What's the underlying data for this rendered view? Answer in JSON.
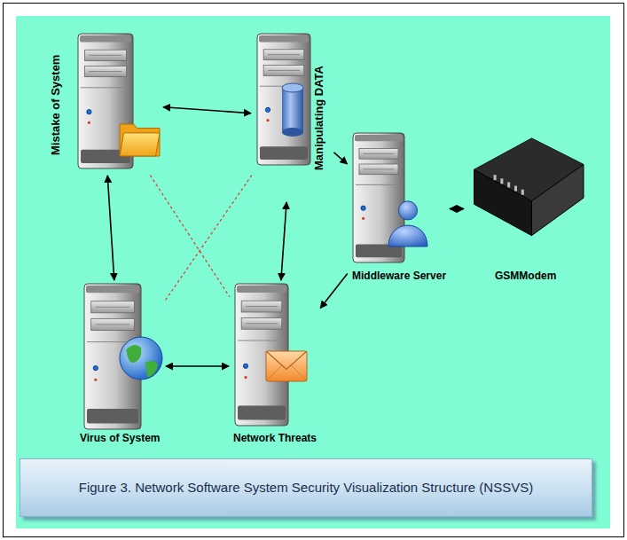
{
  "diagram": {
    "caption": "Figure 3. Network Software System Security Visualization Structure (NSSVS)",
    "nodes": [
      {
        "text": [
          "Mistake of System"
        ]
      },
      {
        "text": [
          "Manipulating DATA"
        ]
      },
      {
        "text": [
          "Middleware Server"
        ]
      },
      {
        "text": [
          "GSMModem"
        ]
      },
      {
        "text": [
          "Virus of System"
        ]
      },
      {
        "text": [
          "Network Threats"
        ]
      }
    ],
    "edges": [
      {
        "from": 0,
        "to": 1,
        "arrow": "both"
      },
      {
        "from": 0,
        "to": 4,
        "arrow": "both"
      },
      {
        "from": 1,
        "to": 5,
        "arrow": "both"
      },
      {
        "from": 4,
        "to": 5,
        "arrow": "both"
      },
      {
        "from": 1,
        "to": 2,
        "arrow": "to"
      },
      {
        "from": 2,
        "to": 5,
        "arrow": "to"
      },
      {
        "from": 2,
        "to": 3,
        "arrow": "both"
      },
      {
        "from": 0,
        "to": 5,
        "arrow": "none"
      },
      {
        "from": 1,
        "to": 4,
        "arrow": "none"
      }
    ]
  }
}
